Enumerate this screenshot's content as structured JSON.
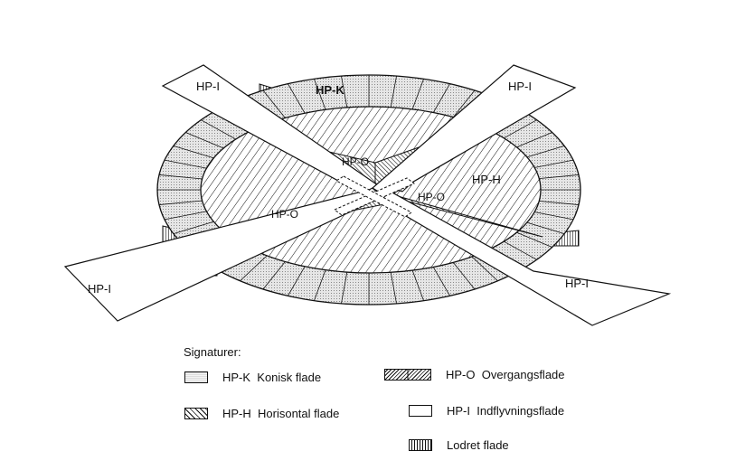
{
  "diagram": {
    "labels": {
      "hp_k": "HP-K",
      "hp_h": "HP-H",
      "hp_o_top": "HP-O",
      "hp_o_left": "HP-O",
      "hp_o_right": "HP-O",
      "hp_i_top_left": "HP-I",
      "hp_i_top_right": "HP-I",
      "hp_i_bottom_left": "HP-I",
      "hp_i_bottom_right": "HP-I"
    }
  },
  "legend": {
    "title": "Signaturer:",
    "items": [
      {
        "code": "HP-K",
        "label": "HP-K  Konisk flade"
      },
      {
        "code": "HP-H",
        "label": "HP-H  Horisontal flade"
      },
      {
        "code": "HP-O",
        "label": "HP-O  Overgangsflade"
      },
      {
        "code": "HP-I",
        "label": "HP-I  Indflyvningsflade"
      },
      {
        "code": "Lodret",
        "label": "Lodret flade"
      }
    ]
  }
}
